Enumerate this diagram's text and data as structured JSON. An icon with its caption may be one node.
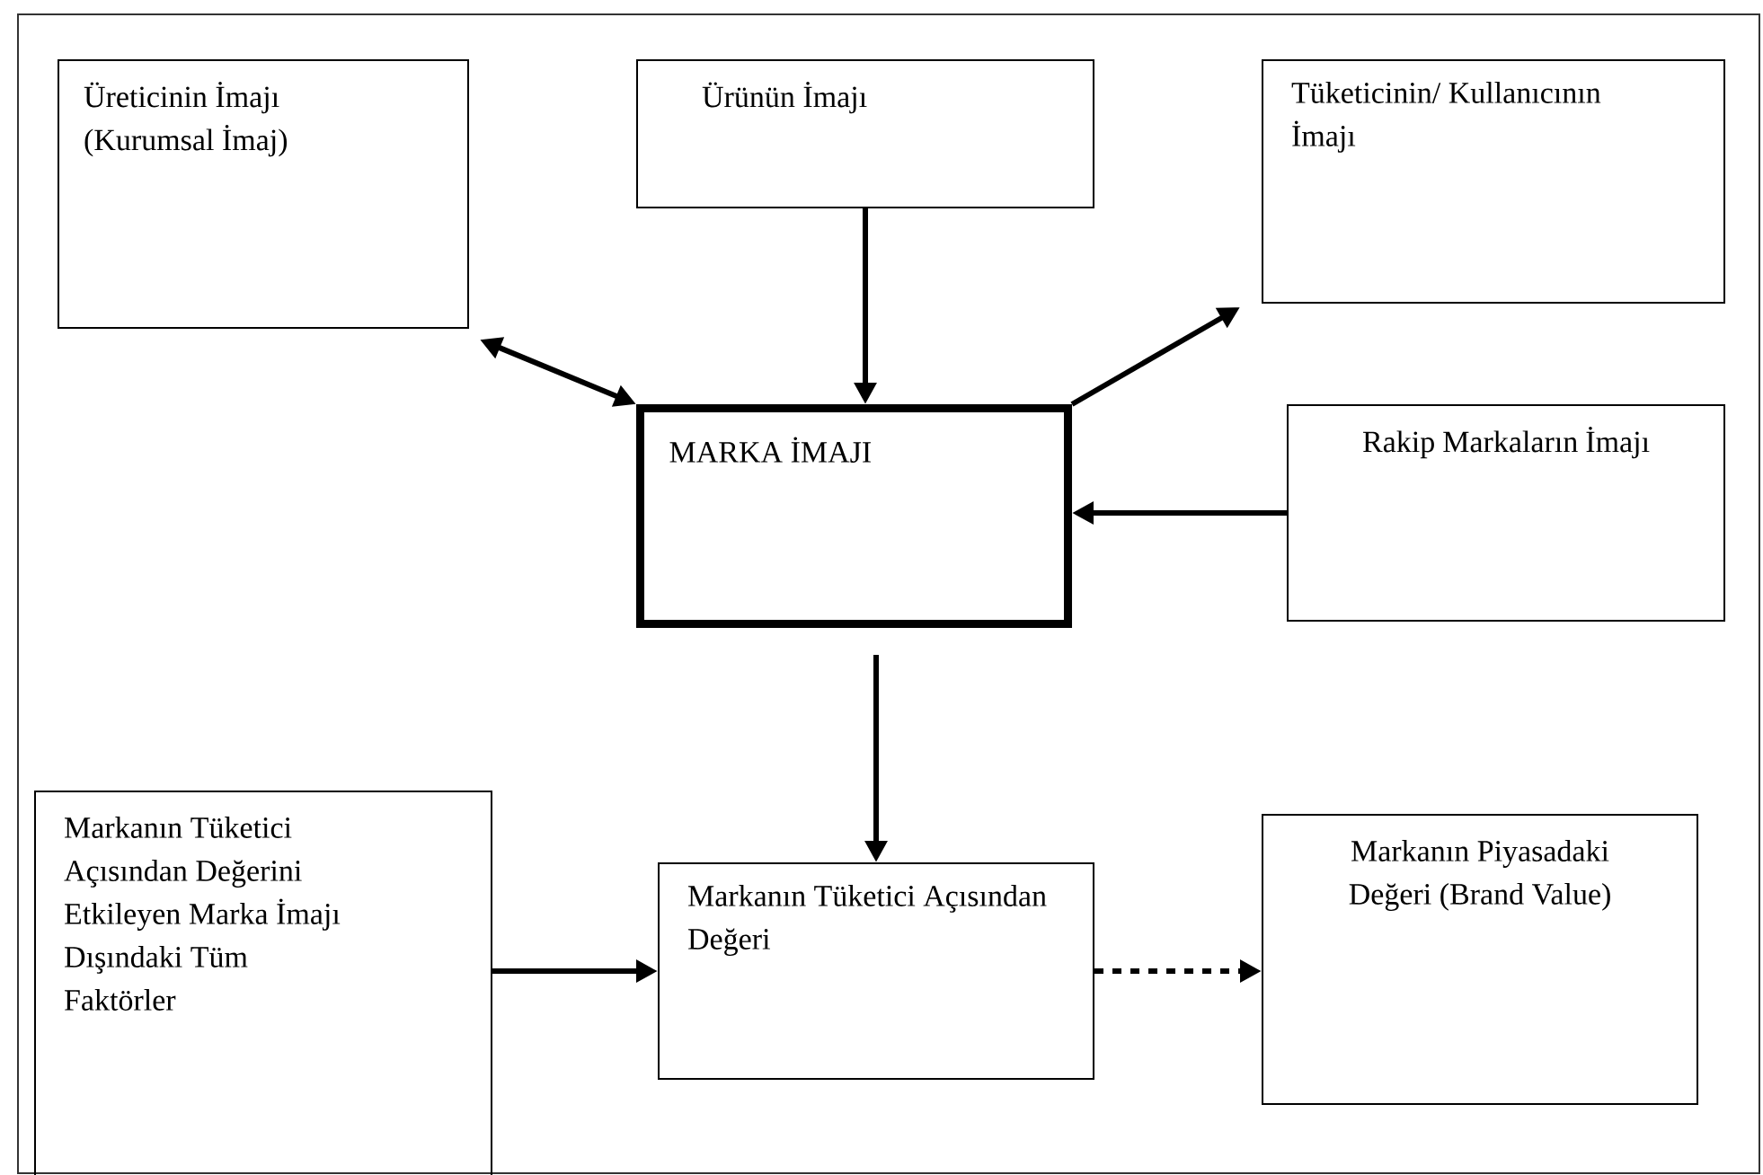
{
  "diagram": {
    "nodes": [
      {
        "text": [
          "Üreticinin İmajı (Kurumsal İmaj)"
        ]
      },
      {
        "text": [
          "Ürünün İmajı"
        ]
      },
      {
        "text": [
          "Tüketicinin/ Kullanıcının İmajı"
        ]
      },
      {
        "text": [
          "MARKA İMAJI"
        ]
      },
      {
        "text": [
          "Rakip Markaların İmajı"
        ]
      },
      {
        "text": [
          "Markanın Tüketici Açısından Değerini Etkileyen Marka İmajı Dışındaki Tüm Faktörler"
        ]
      },
      {
        "text": [
          "Markanın Tüketici Açısından Değeri"
        ]
      },
      {
        "text": [
          "Markanın Piyasadaki Değeri (Brand Value)"
        ]
      }
    ],
    "edges": [
      {
        "from": 0,
        "to": 3,
        "arrow": "both"
      },
      {
        "from": 1,
        "to": 3,
        "arrow": "to"
      },
      {
        "from": 3,
        "to": 2,
        "arrow": "to"
      },
      {
        "from": 4,
        "to": 3,
        "arrow": "to"
      },
      {
        "from": 3,
        "to": 6,
        "arrow": "to"
      },
      {
        "from": 5,
        "to": 6,
        "arrow": "to"
      },
      {
        "from": 6,
        "to": 7,
        "arrow": "to",
        "style": "dashed"
      }
    ]
  }
}
